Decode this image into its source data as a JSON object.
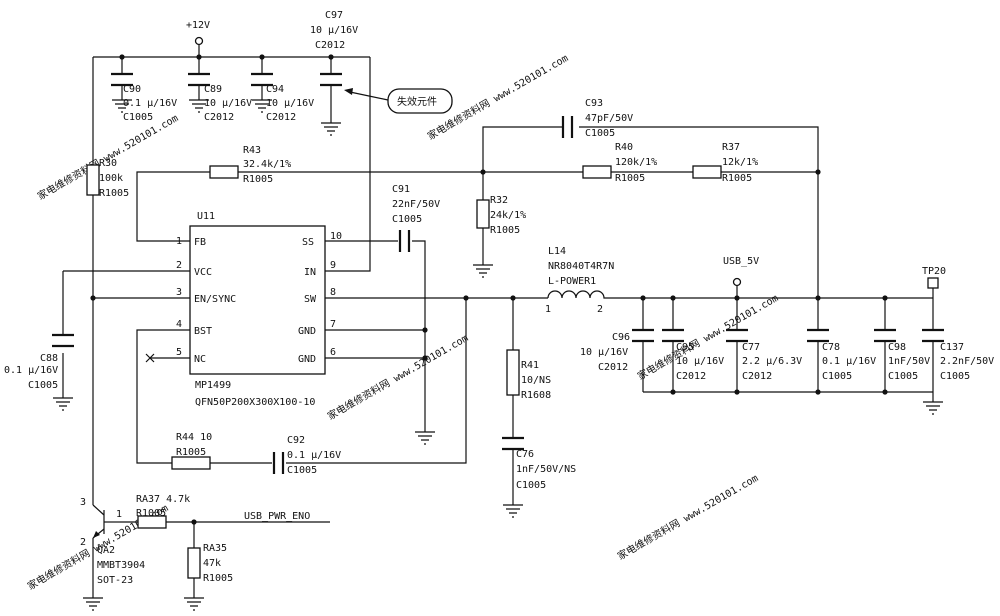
{
  "watermark": {
    "text": "家电维修资料网 www.520101.com"
  },
  "nets": {
    "vin": "+12V",
    "usb_5v": "USB_5V",
    "tp20": "TP20",
    "usb_pwr_en": "USB_PWR_ENO"
  },
  "callout": "失效元件",
  "ic": {
    "ref": "U11",
    "part": "MP1499",
    "package": "QFN50P200X300X100-10",
    "pins": [
      {
        "num": "1",
        "name": "FB"
      },
      {
        "num": "2",
        "name": "VCC"
      },
      {
        "num": "3",
        "name": "EN/SYNC"
      },
      {
        "num": "4",
        "name": "BST"
      },
      {
        "num": "5",
        "name": "NC"
      },
      {
        "num": "10",
        "name": "SS"
      },
      {
        "num": "9",
        "name": "IN"
      },
      {
        "num": "8",
        "name": "SW"
      },
      {
        "num": "7",
        "name": "GND"
      },
      {
        "num": "6",
        "name": "GND"
      }
    ]
  },
  "caps": {
    "c90": [
      "C90",
      "0.1 μ/16V",
      "C1005"
    ],
    "c89": [
      "C89",
      "10 μ/16V",
      "C2012"
    ],
    "c94": [
      "C94",
      "10 μ/16V",
      "C2012"
    ],
    "c97": [
      "C97",
      "10 μ/16V",
      "C2012"
    ],
    "c93": [
      "C93",
      "47pF/50V",
      "C1005"
    ],
    "c91": [
      "C91",
      "22nF/50V",
      "C1005"
    ],
    "c88": [
      "C88",
      "0.1 μ/16V",
      "C1005"
    ],
    "c92": [
      "C92",
      "0.1 μ/16V",
      "C1005"
    ],
    "c76": [
      "C76",
      "1nF/50V/NS",
      "C1005"
    ],
    "c96": [
      "C96",
      "10 μ/16V",
      "C2012"
    ],
    "c95": [
      "C95",
      "10 μ/16V",
      "C2012"
    ],
    "c77": [
      "C77",
      "2.2 μ/6.3V",
      "C2012"
    ],
    "c78": [
      "C78",
      "0.1 μ/16V",
      "C1005"
    ],
    "c98": [
      "C98",
      "1nF/50V",
      "C1005"
    ],
    "c137": [
      "C137",
      "2.2nF/50V",
      "C1005"
    ]
  },
  "res": {
    "r30": [
      "R30",
      "100k",
      "R1005"
    ],
    "r43": [
      "R43",
      "32.4k/1%",
      "R1005"
    ],
    "r40": [
      "R40",
      "120k/1%",
      "R1005"
    ],
    "r37": [
      "R37",
      "12k/1%",
      "R1005"
    ],
    "r32": [
      "R32",
      "24k/1%",
      "R1005"
    ],
    "r41": [
      "R41",
      "10/NS",
      "R1608"
    ],
    "r44": [
      "R44 10",
      "R1005"
    ],
    "ra37": [
      "RA37 4.7k",
      "R1005"
    ],
    "ra35": [
      "RA35",
      "47k",
      "R1005"
    ]
  },
  "inductor": {
    "ref": "L14",
    "part": "NR8040T4R7N",
    "type": "L-POWER1",
    "pin1": "1",
    "pin2": "2"
  },
  "transistor": {
    "ref": "QA2",
    "part": "MMBT3904",
    "package": "SOT-23",
    "pin_b": "1",
    "pin_e": "2",
    "pin_c": "3"
  }
}
